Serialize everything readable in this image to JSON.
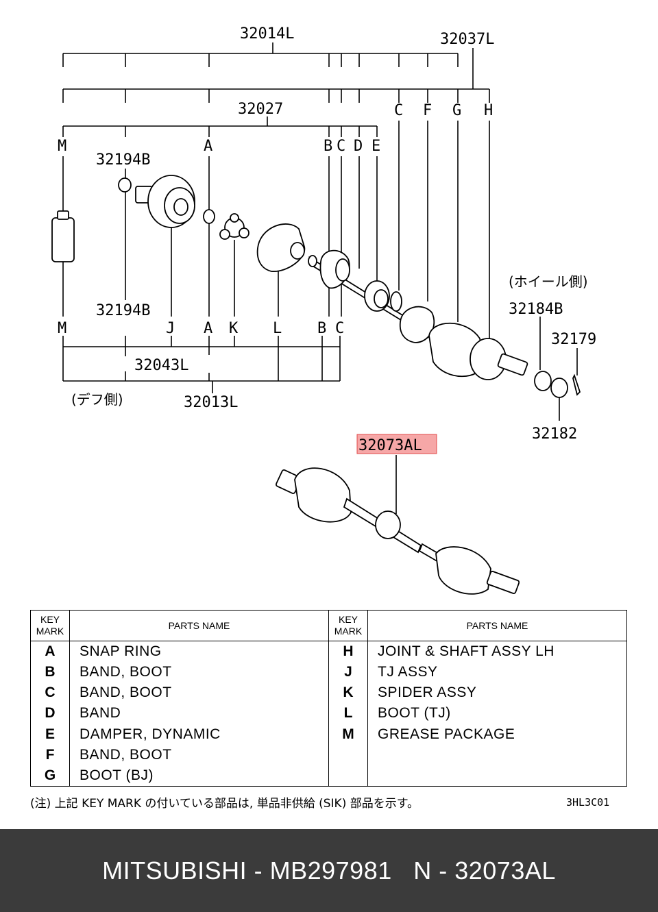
{
  "diagram": {
    "assy_labels": {
      "l32014": "32014L",
      "l32037": "32037L",
      "l32027": "32027",
      "l32043": "32043L",
      "l32013": "32013L",
      "l32194b_top": "32194B",
      "l32194b_bottom": "32194B",
      "l32184b": "32184B",
      "l32179": "32179",
      "l32182": "32182",
      "l32073al": "32073AL"
    },
    "side_labels": {
      "wheel_side": "(ホイール側)",
      "diff_side": "(デフ側)"
    },
    "key_letters_top": [
      "M",
      "A",
      "B",
      "C",
      "D",
      "E",
      "C",
      "F",
      "G",
      "H"
    ],
    "key_letters_bottom": [
      "M",
      "J",
      "A",
      "K",
      "L",
      "B",
      "C"
    ]
  },
  "table": {
    "header_key_line1": "KEY",
    "header_key_line2": "MARK",
    "header_parts": "PARTS NAME",
    "left": [
      {
        "key": "A",
        "name": "SNAP RING"
      },
      {
        "key": "B",
        "name": "BAND, BOOT"
      },
      {
        "key": "C",
        "name": "BAND, BOOT"
      },
      {
        "key": "D",
        "name": "BAND"
      },
      {
        "key": "E",
        "name": "DAMPER, DYNAMIC"
      },
      {
        "key": "F",
        "name": "BAND, BOOT"
      },
      {
        "key": "G",
        "name": "BOOT (BJ)"
      }
    ],
    "right": [
      {
        "key": "H",
        "name": "JOINT & SHAFT ASSY LH"
      },
      {
        "key": "J",
        "name": "TJ ASSY"
      },
      {
        "key": "K",
        "name": "SPIDER ASSY"
      },
      {
        "key": "L",
        "name": "BOOT (TJ)"
      },
      {
        "key": "M",
        "name": "GREASE PACKAGE"
      },
      {
        "key": "",
        "name": ""
      },
      {
        "key": "",
        "name": ""
      }
    ]
  },
  "note": "(注) 上記 KEY MARK の付いている部品は, 単品非供給 (SIK) 部品を示す。",
  "code": "3HL3C01",
  "footer": "MITSUBISHI - MB297981   N - 32073AL",
  "colors": {
    "highlight_fill": "#f6a7a7",
    "highlight_border": "#e04848",
    "footer_bg": "#3b3b3b"
  }
}
